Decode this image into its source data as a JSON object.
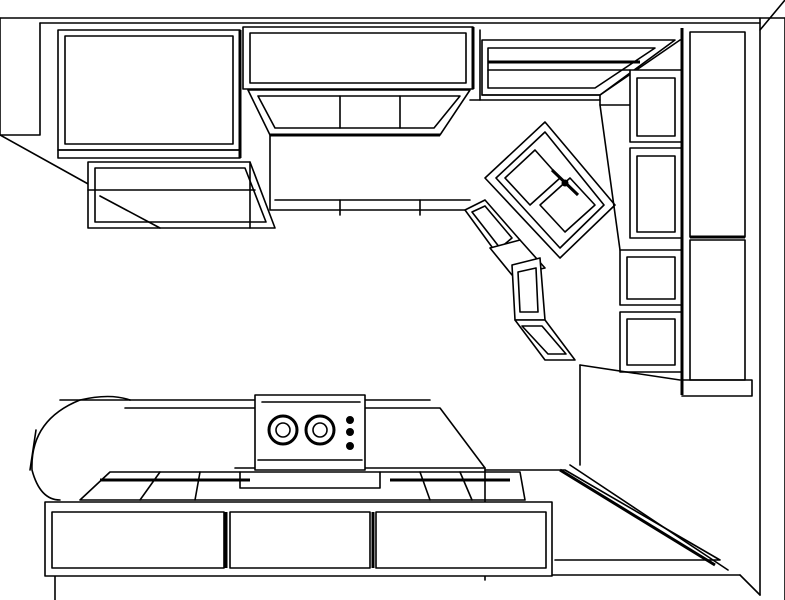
{
  "drawing": {
    "kind": "kitchen-floor-plan-line-drawing",
    "stroke_color": "#000000",
    "background_color": "#ffffff",
    "fixtures": {
      "sink": {
        "bowls": 2,
        "faucet": true
      },
      "range": {
        "burners_visible": 2,
        "control_knobs": 3
      }
    }
  }
}
